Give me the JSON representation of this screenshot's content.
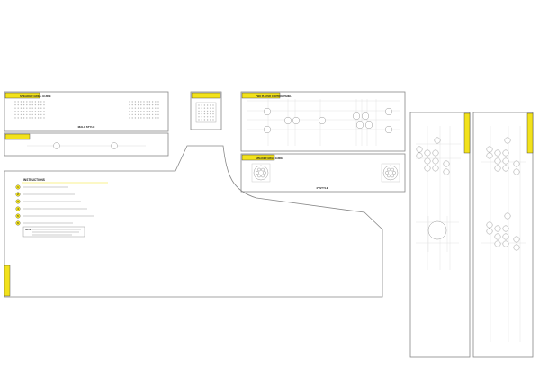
{
  "colors": {
    "tag": "#f2e21b",
    "outline": "#888888",
    "guide": "#dddddd"
  },
  "panels": {
    "speaker_grill": {
      "title": "SPEAKER GRILL GUIDE",
      "caption": "MALL STYLE"
    },
    "control_panel": {
      "title": "TWO PLAYER CONTROL PANEL"
    },
    "speaker_round": {
      "title": "SPEAKER GRILL GUIDE",
      "caption": "4\" STYLE"
    },
    "side_panel": {
      "instructions_title": "INSTRUCTIONS",
      "steps": [
        "1",
        "2",
        "3",
        "4",
        "5",
        "6"
      ],
      "note_label": "NOTE:"
    }
  }
}
